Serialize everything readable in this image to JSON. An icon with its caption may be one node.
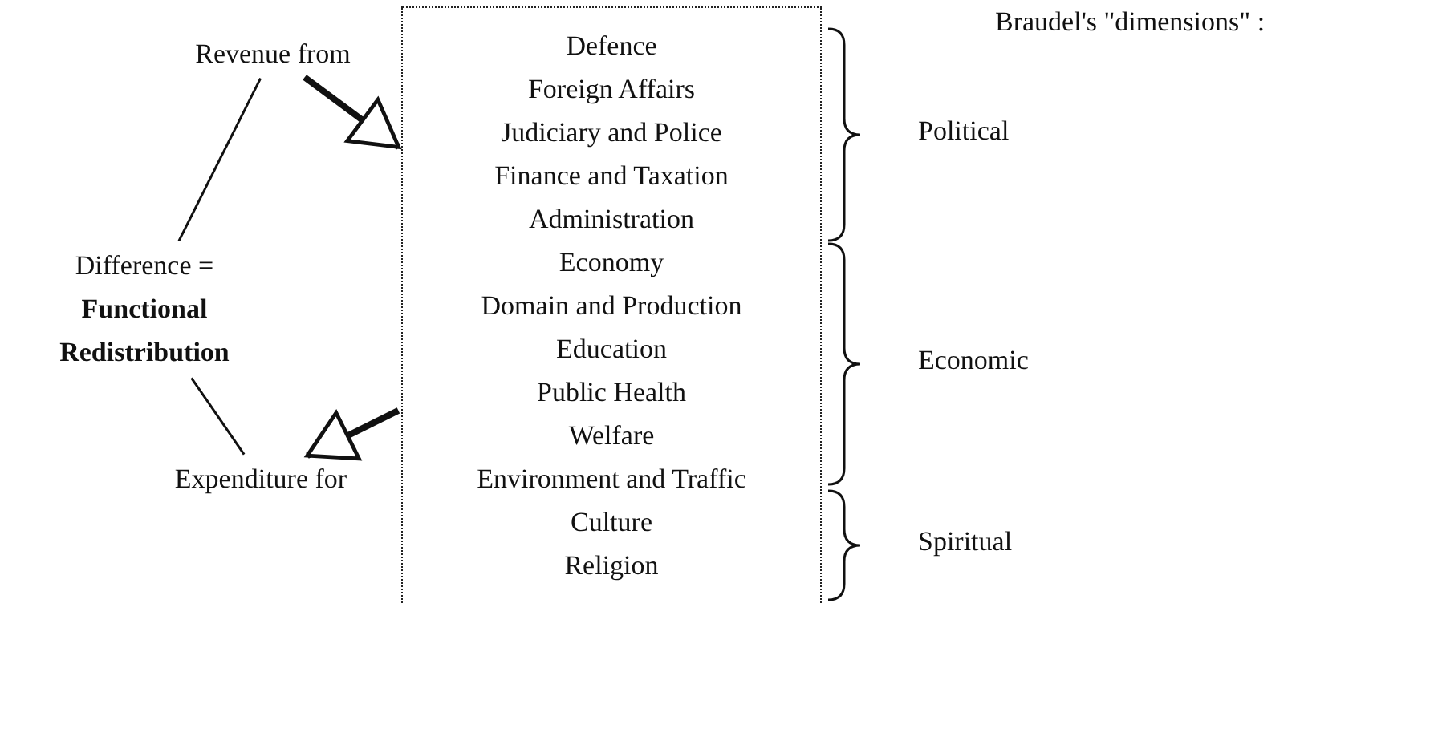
{
  "diagram": {
    "nodes": [
      {
        "text": [
          "Revenue from"
        ]
      },
      {
        "text": [
          "Difference = **Functional Redistribution**"
        ]
      },
      {
        "text": [
          "Expenditure for"
        ]
      },
      {
        "text": [
          "Defence",
          "Foreign Affairs",
          "Judiciary and Police",
          "Finance and Taxation",
          "Administration",
          "Economy",
          "Domain and Production",
          "Education",
          "Public Health",
          "Welfare",
          "Environment and Traffic",
          "Culture",
          "Religion"
        ]
      }
    ],
    "edges": [
      {
        "from": 0,
        "to": 1,
        "arrow": "none"
      },
      {
        "from": 1,
        "to": 2,
        "arrow": "none"
      },
      {
        "from": 0,
        "to": 3,
        "arrow": "to",
        "style": "thick"
      },
      {
        "from": 3,
        "to": 2,
        "arrow": "to",
        "style": "thick"
      }
    ],
    "labels": [
      "Braudel's \"dimensions\" :",
      "Political",
      "Economic",
      "Spiritual"
    ]
  }
}
